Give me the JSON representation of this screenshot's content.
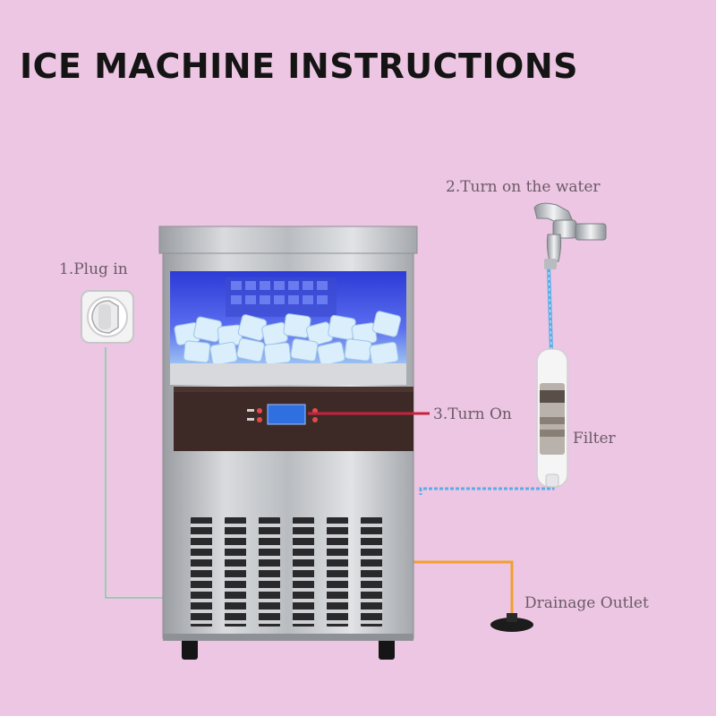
{
  "title": "ICE MACHINE INSTRUCTIONS",
  "steps": {
    "plug_in": "1.Plug in",
    "water": "2.Turn on the water",
    "turn_on": "3.Turn On",
    "filter": "Filter",
    "drainage": "Drainage Outlet"
  },
  "colors": {
    "background": "#ecc6e2",
    "water_line": "#5aaee8",
    "power_line": "#c8213e",
    "drain_line": "#f0a030"
  }
}
